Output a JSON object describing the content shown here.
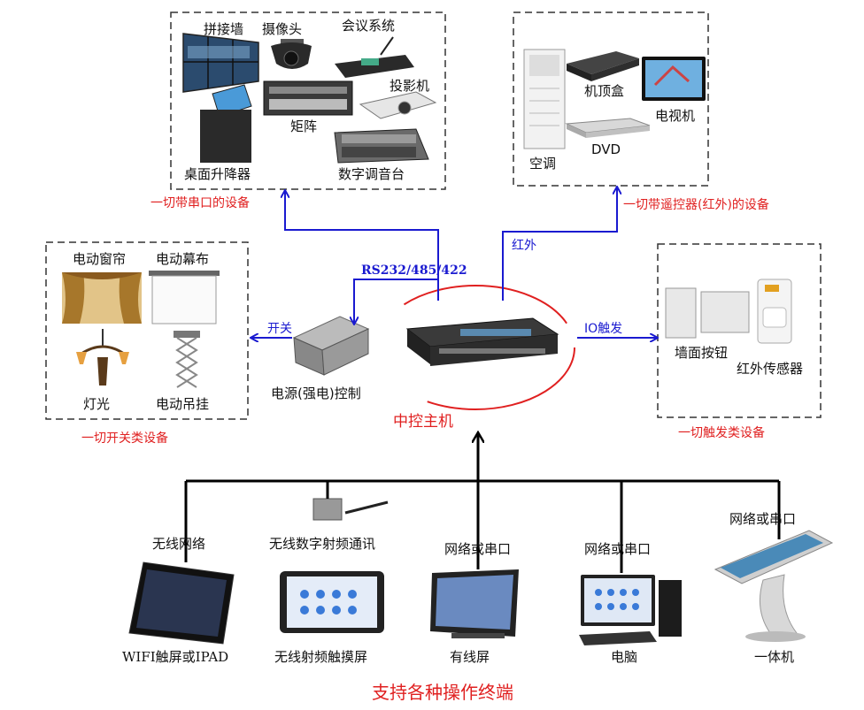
{
  "colors": {
    "blue_line": "#1a1ad0",
    "black_line": "#000000",
    "red_text": "#e02020",
    "dash": "#333333"
  },
  "groups": {
    "serial": {
      "caption": "一切带串口的设备",
      "items": {
        "video_wall": "拼接墙",
        "camera": "摄像头",
        "conference": "会议系统",
        "projector": "投影机",
        "matrix": "矩阵",
        "desk_lifter": "桌面升降器",
        "mixer": "数字调音台"
      }
    },
    "ir": {
      "caption": "一切带遥控器(红外)的设备",
      "items": {
        "settop": "机顶盒",
        "tv": "电视机",
        "dvd": "DVD",
        "ac": "空调"
      }
    },
    "switch": {
      "caption": "一切开关类设备",
      "items": {
        "curtain": "电动窗帘",
        "screen": "电动幕布",
        "light": "灯光",
        "lift": "电动吊挂"
      }
    },
    "trigger": {
      "caption": "一切触发类设备",
      "items": {
        "wall_button": "墙面按钮",
        "ir_sensor": "红外传感器"
      }
    }
  },
  "connections": {
    "rs232": "RS232/485/422",
    "infrared": "红外",
    "switch": "开关",
    "io": "IO触发"
  },
  "power_controller": "电源(强电)控制",
  "host": "中控主机",
  "terminals": {
    "title": "支持各种操作终端",
    "items": [
      {
        "top": "无线网络",
        "bottom": "WIFI触屏或IPAD"
      },
      {
        "top": "无线数字射频通讯",
        "bottom": "无线射频触摸屏"
      },
      {
        "top": "网络或串口",
        "bottom": "有线屏"
      },
      {
        "top": "网络或串口",
        "bottom": "电脑"
      },
      {
        "top": "网络或串口",
        "bottom": "一体机"
      }
    ]
  }
}
